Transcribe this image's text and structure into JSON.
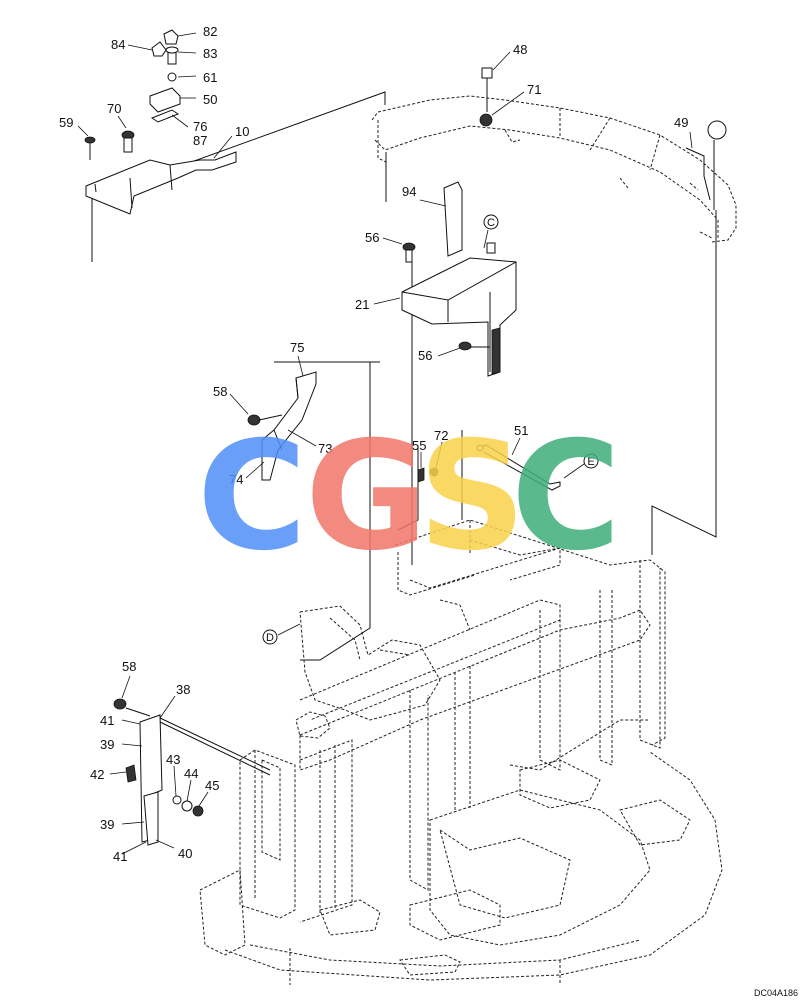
{
  "drawing_code": "DC04A186",
  "watermark": {
    "letters": [
      "C",
      "G",
      "S",
      "C"
    ],
    "colors": [
      "#4f8ff7",
      "#f2766b",
      "#f8d24a",
      "#3fae7a"
    ]
  },
  "reference_letters": [
    "C",
    "D",
    "E"
  ],
  "part_labels": [
    "84",
    "82",
    "83",
    "61",
    "50",
    "76",
    "87",
    "59",
    "70",
    "10",
    "48",
    "71",
    "49",
    "94",
    "56",
    "21",
    "56",
    "75",
    "58",
    "73",
    "74",
    "55",
    "72",
    "51",
    "58",
    "38",
    "41",
    "39",
    "42",
    "43",
    "44",
    "45",
    "39",
    "41",
    "40"
  ]
}
